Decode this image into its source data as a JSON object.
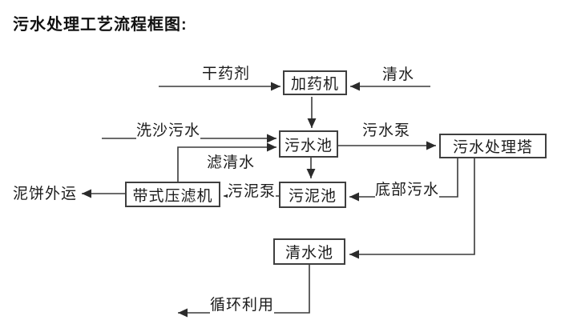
{
  "title": "污水处理工艺流程框图:",
  "nodes": {
    "dosing_machine": "加药机",
    "sewage_pool": "污水池",
    "treatment_tower": "污水处理塔",
    "sludge_pool": "污泥池",
    "belt_filter_press": "带式压滤机",
    "clean_water_pool": "清水池"
  },
  "labels": {
    "dry_agent": "干药剂",
    "clean_water": "清水",
    "sand_washing_sewage": "洗沙污水",
    "sewage_pump": "污水泵",
    "filtered_water": "滤清水",
    "mud_cake_out": "泥饼外运",
    "sludge_pump": "污泥泵",
    "bottom_sewage": "底部污水",
    "recycle": "循环利用"
  },
  "colors": {
    "background": "#ffffff",
    "line": "#3a3a3a",
    "text": "#1c1c1c",
    "box_border": "#3f3f3f"
  }
}
